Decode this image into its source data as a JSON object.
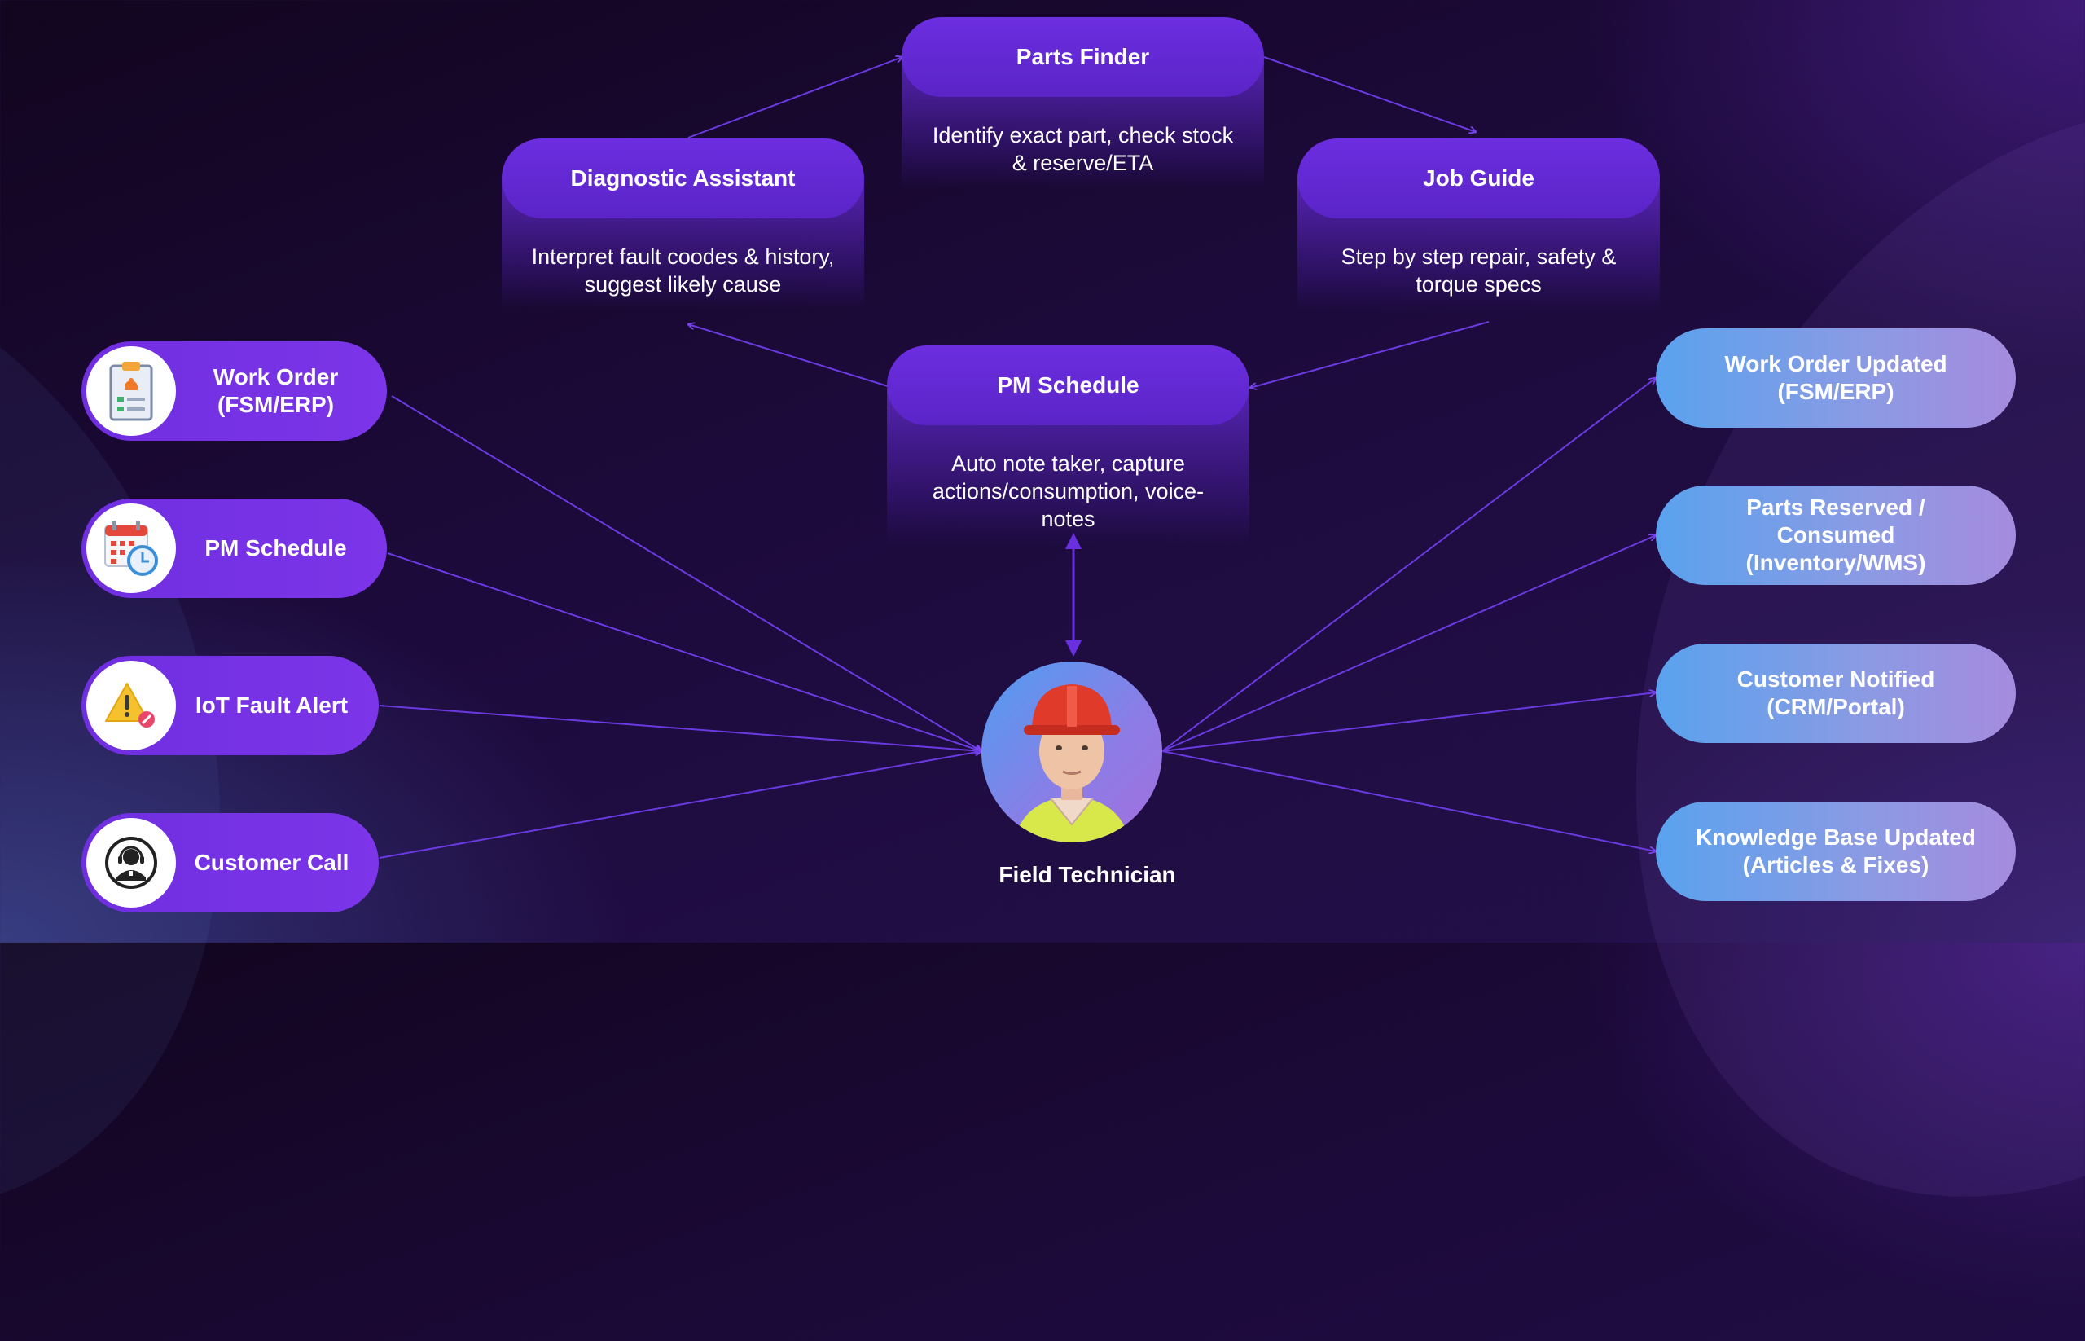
{
  "process_cards": [
    {
      "title": "Parts Finder",
      "description": "Identify exact part, check stock & reserve/ETA"
    },
    {
      "title": "Diagnostic Assistant",
      "description": "Interpret fault coodes & history, suggest likely cause"
    },
    {
      "title": "Job Guide",
      "description": "Step by step repair, safety & torque specs"
    },
    {
      "title": "PM Schedule",
      "description": "Auto note taker, capture actions/consumption, voice-notes"
    }
  ],
  "sources": [
    {
      "label": "Work Order\n(FSM/ERP)",
      "icon": "clipboard-icon"
    },
    {
      "label": "PM Schedule",
      "icon": "calendar-clock-icon"
    },
    {
      "label": "IoT Fault Alert",
      "icon": "warning-icon"
    },
    {
      "label": "Customer Call",
      "icon": "headset-agent-icon"
    }
  ],
  "outputs": [
    {
      "label": "Work Order Updated\n(FSM/ERP)"
    },
    {
      "label": "Parts Reserved /\nConsumed\n(Inventory/WMS)"
    },
    {
      "label": "Customer Notified\n(CRM/Portal)"
    },
    {
      "label": "Knowledge Base Updated\n(Articles & Fixes)"
    }
  ],
  "center": {
    "label": "Field Technician",
    "icon": "technician-avatar"
  },
  "colors": {
    "card_purple": "#5a24c7",
    "source_purple": "#7530e4",
    "output_blue": "#5aa2ee",
    "output_lavender": "#a58bde",
    "connector": "#6a3ae0"
  }
}
